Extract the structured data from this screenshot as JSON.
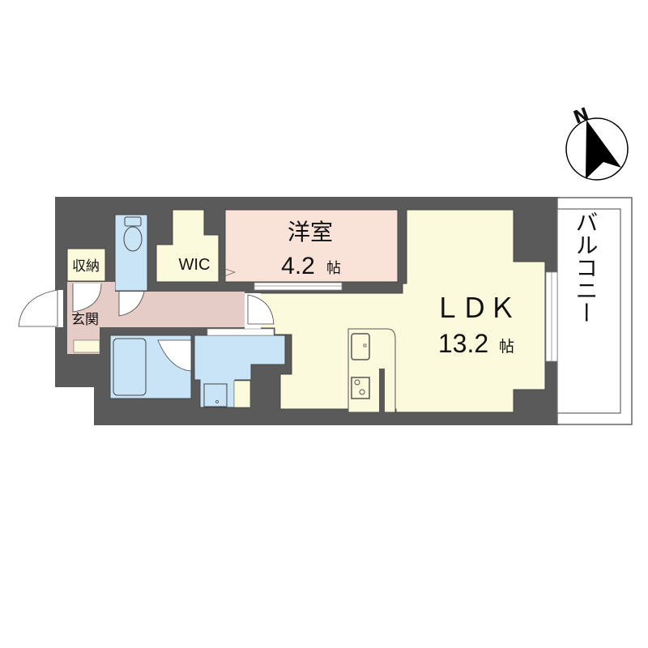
{
  "compass": {
    "label": "N",
    "icon": "north-arrow-icon"
  },
  "rooms": {
    "western_room": {
      "name": "洋室",
      "size": "4.2",
      "unit": "帖",
      "color": "#f9e3d8"
    },
    "ldk": {
      "name": "ＬＤＫ",
      "size": "13.2",
      "unit": "帖",
      "color": "#fbfadc"
    },
    "wic": {
      "name": "WIC",
      "color": "#fbfadc"
    },
    "storage": {
      "name": "収納",
      "color": "#fbfadc"
    },
    "entrance": {
      "name": "玄関",
      "color": "#e6ccc6"
    },
    "balcony": {
      "name": "バルコニー",
      "color": "#ffffff"
    },
    "toilet": {
      "color": "#c9e4f6"
    },
    "bath": {
      "color": "#c9e4f6"
    },
    "washroom": {
      "color": "#c9e4f6"
    },
    "hallway": {
      "color": "#e6ccc6"
    }
  },
  "colors": {
    "wall": "#5a5a5a",
    "outline": "#333333"
  }
}
